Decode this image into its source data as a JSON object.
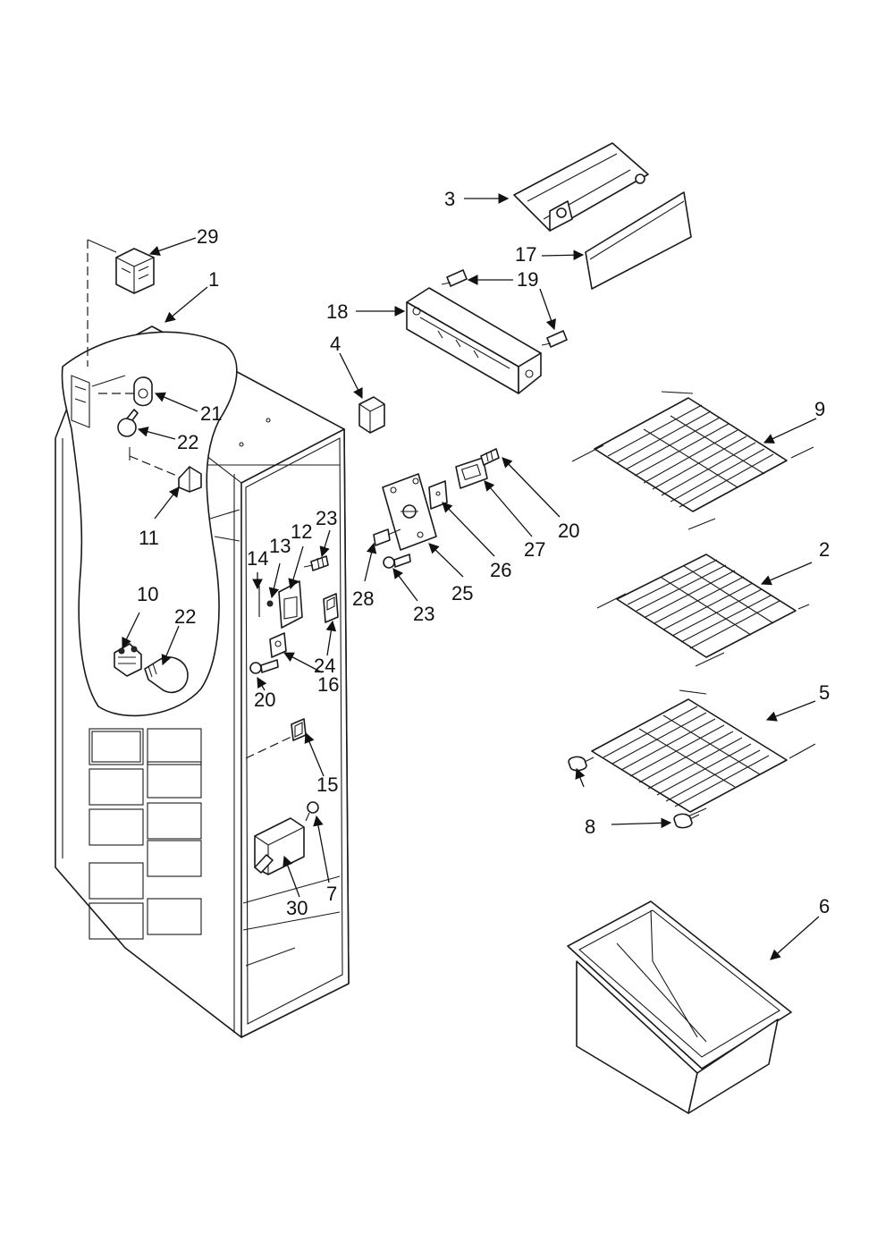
{
  "diagram": {
    "callouts": {
      "c1": "1",
      "c2": "2",
      "c3": "3",
      "c4": "4",
      "c5": "5",
      "c6": "6",
      "c7": "7",
      "c8": "8",
      "c9": "9",
      "c10": "10",
      "c11": "11",
      "c12": "12",
      "c13": "13",
      "c14": "14",
      "c15": "15",
      "c16": "16",
      "c17": "17",
      "c18": "18",
      "c19": "19",
      "c20a": "20",
      "c20b": "20",
      "c21": "21",
      "c22a": "22",
      "c22b": "22",
      "c23a": "23",
      "c23b": "23",
      "c24": "24",
      "c25": "25",
      "c26": "26",
      "c27": "27",
      "c28": "28",
      "c29": "29",
      "c30": "30"
    }
  }
}
